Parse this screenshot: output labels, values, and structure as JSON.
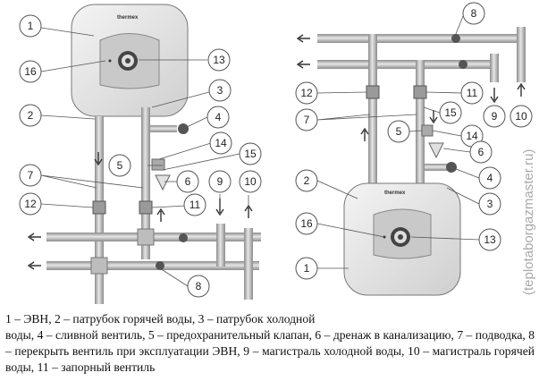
{
  "caption": {
    "line1": "1 – ЭВН,   2 – патрубок горячей воды,   3 – патрубок холодной",
    "rest": "воды,   4 – сливной вентиль,   5 – предохранительный клапан,   6 – дренаж в канализацию, 7 – подводка, 8 – перекрыть вентиль при эксплуатации ЭВН, 9 – магистраль холодной воды, 10 – магистраль горячей воды, 11 – запорный вентиль"
  },
  "left_diagram": {
    "brand": "thermex",
    "callouts": [
      "1",
      "16",
      "13",
      "3",
      "2",
      "4",
      "14",
      "5",
      "15",
      "7",
      "6",
      "9",
      "10",
      "12",
      "11",
      "8"
    ]
  },
  "right_diagram": {
    "brand": "thermex",
    "callouts": [
      "8",
      "12",
      "11",
      "9",
      "10",
      "7",
      "15",
      "5",
      "14",
      "6",
      "2",
      "4",
      "3",
      "16",
      "13",
      "1"
    ]
  },
  "watermark": "(teplotaborgazmaster.ru)"
}
